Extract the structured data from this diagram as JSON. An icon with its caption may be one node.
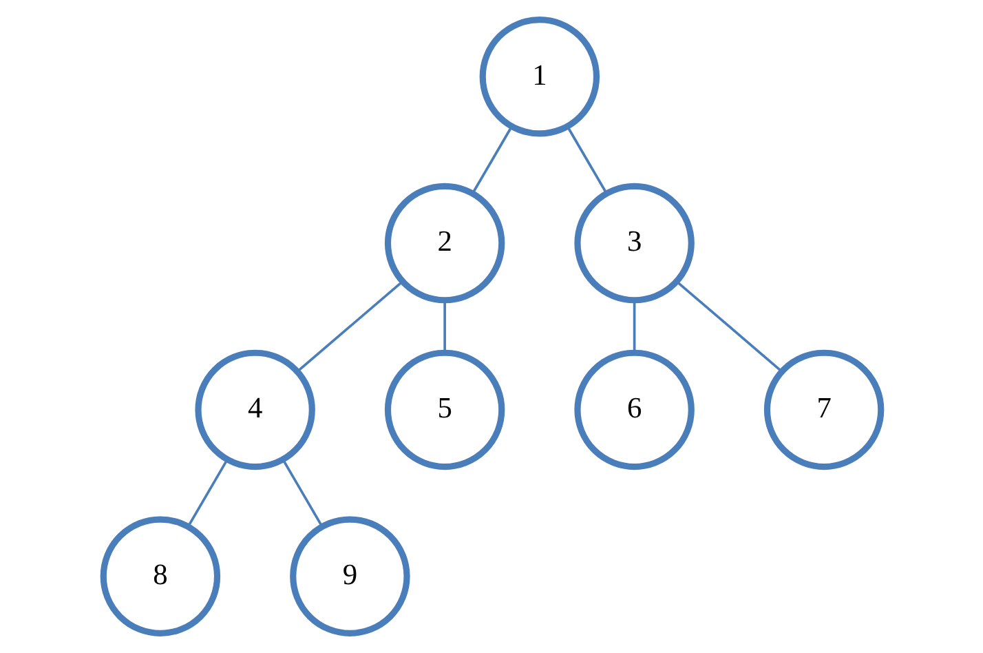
{
  "diagram": {
    "nodes": [
      {
        "text": [
          "1"
        ]
      },
      {
        "text": [
          "2"
        ]
      },
      {
        "text": [
          "3"
        ]
      },
      {
        "text": [
          "4"
        ]
      },
      {
        "text": [
          "5"
        ]
      },
      {
        "text": [
          "6"
        ]
      },
      {
        "text": [
          "7"
        ]
      },
      {
        "text": [
          "8"
        ]
      },
      {
        "text": [
          "9"
        ]
      }
    ],
    "edges": [
      {
        "from": 0,
        "to": 1,
        "arrow": "none"
      },
      {
        "from": 0,
        "to": 2,
        "arrow": "none"
      },
      {
        "from": 1,
        "to": 3,
        "arrow": "none"
      },
      {
        "from": 1,
        "to": 4,
        "arrow": "none"
      },
      {
        "from": 2,
        "to": 5,
        "arrow": "none"
      },
      {
        "from": 2,
        "to": 6,
        "arrow": "none"
      },
      {
        "from": 3,
        "to": 7,
        "arrow": "none"
      },
      {
        "from": 3,
        "to": 8,
        "arrow": "none"
      }
    ]
  }
}
